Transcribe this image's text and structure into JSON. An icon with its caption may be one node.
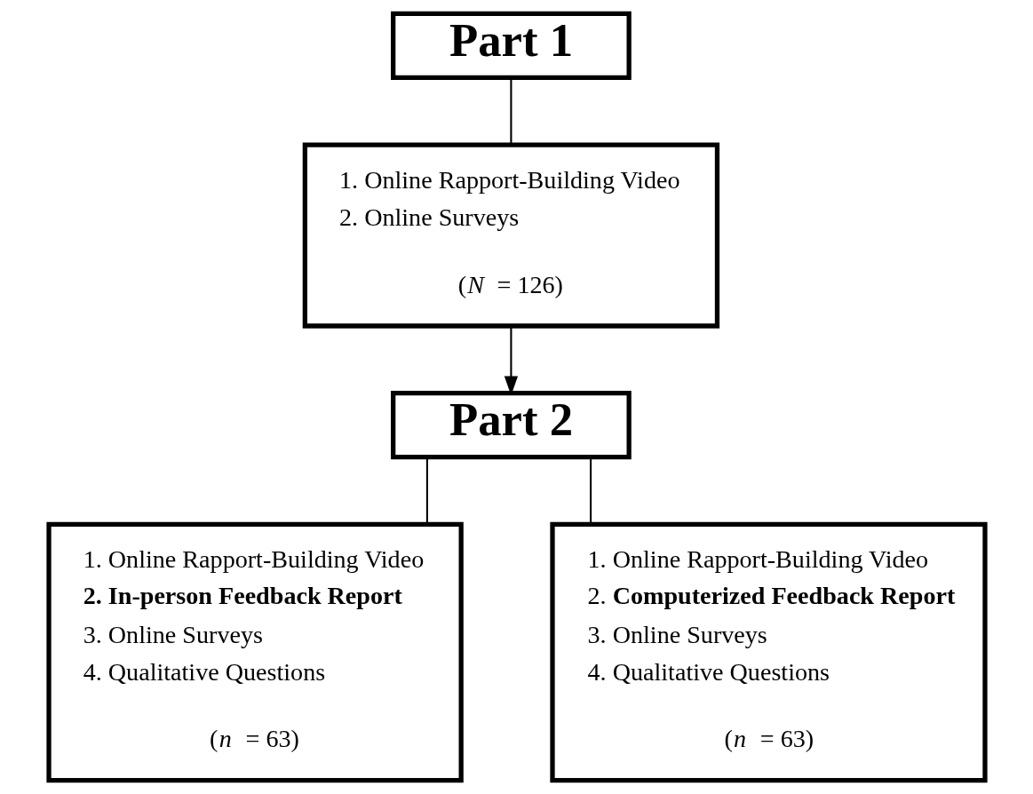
{
  "diagram": {
    "nodes": [
      {
        "text": [
          "Part 1"
        ]
      },
      {
        "text": [
          "1. Online Rapport-Building Video",
          "2. Online Surveys",
          "(*N* = 126)"
        ]
      },
      {
        "text": [
          "Part 2"
        ]
      },
      {
        "text": [
          "1. Online Rapport-Building Video",
          "**2. In-person Feedback Report**",
          "3. Online Surveys",
          "4. Qualitative Questions",
          "(*n* = 63)"
        ]
      },
      {
        "text": [
          "1. Online Rapport-Building Video",
          "2. **Computerized Feedback Report**",
          "3. Online Surveys",
          "4. Qualitative Questions",
          "(*n* = 63)"
        ]
      }
    ],
    "edges": [
      {
        "from": 0,
        "to": 1,
        "arrow": "none"
      },
      {
        "from": 1,
        "to": 2,
        "arrow": "to"
      },
      {
        "from": 2,
        "to": 3,
        "arrow": "none"
      },
      {
        "from": 2,
        "to": 4,
        "arrow": "none"
      }
    ]
  }
}
